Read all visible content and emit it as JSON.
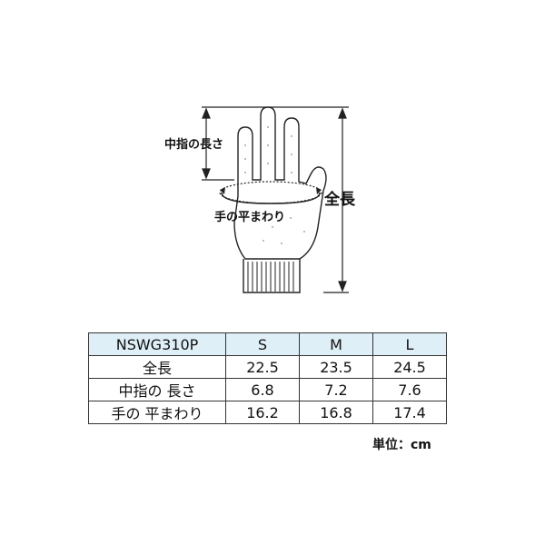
{
  "diagram": {
    "labels": {
      "middle_finger_length": "中指の長さ",
      "palm_circumference": "手の平まわり",
      "total_length": "全長"
    },
    "icon": "glove-outline"
  },
  "table": {
    "header": [
      "NSWG310P",
      "S",
      "M",
      "L"
    ],
    "rows": [
      {
        "label": "全長",
        "values": [
          "22.5",
          "23.5",
          "24.5"
        ]
      },
      {
        "label": "中指の 長さ",
        "values": [
          "6.8",
          "7.2",
          "7.6"
        ]
      },
      {
        "label": "手の 平まわり",
        "values": [
          "16.2",
          "16.8",
          "17.4"
        ]
      }
    ]
  },
  "unit": "単位：cm"
}
